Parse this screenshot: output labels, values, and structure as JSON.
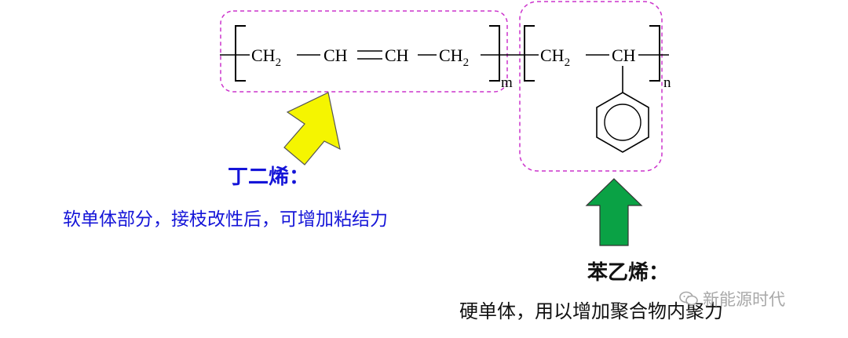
{
  "formula": {
    "butadiene_unit": {
      "ch2_left": "CH",
      "ch_a": "CH",
      "ch_b": "CH",
      "ch2_right": "CH",
      "sub_2": "2",
      "repeat": "m"
    },
    "styrene_unit": {
      "ch2": "CH",
      "ch": "CH",
      "sub_2": "2",
      "repeat": "n"
    }
  },
  "annotations": {
    "butadiene": {
      "title": "丁二烯：",
      "description": "软单体部分，接枝改性后，可增加粘结力",
      "color": "#1515d8",
      "arrow_color": "#f5f500"
    },
    "styrene": {
      "title": "苯乙烯：",
      "description": "硬单体，用以增加聚合物内聚力",
      "color": "#111111",
      "arrow_color": "#0aa245"
    },
    "box_color": "#cc33cc"
  },
  "watermark": {
    "text": "新能源时代",
    "icon": "wechat-icon"
  }
}
